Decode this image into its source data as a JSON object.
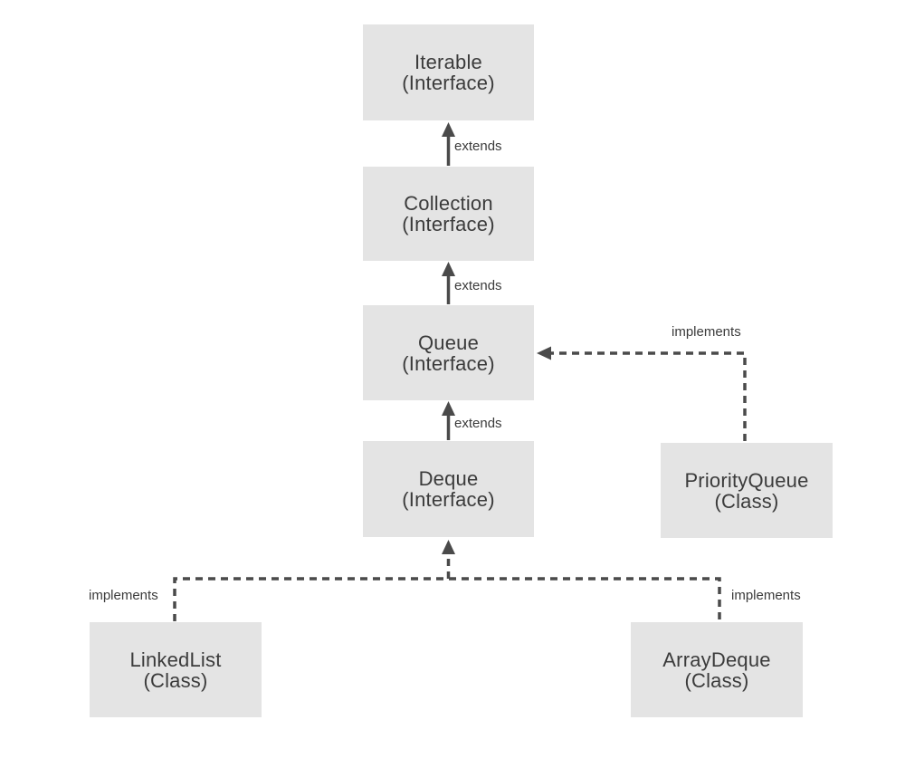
{
  "diagram": {
    "type": "class-hierarchy",
    "nodes": [
      {
        "id": "iterable",
        "name": "Iterable",
        "stereotype": "(Interface)"
      },
      {
        "id": "collection",
        "name": "Collection",
        "stereotype": "(Interface)"
      },
      {
        "id": "queue",
        "name": "Queue",
        "stereotype": "(Interface)"
      },
      {
        "id": "deque",
        "name": "Deque",
        "stereotype": "(Interface)"
      },
      {
        "id": "priorityqueue",
        "name": "PriorityQueue",
        "stereotype": "(Class)"
      },
      {
        "id": "linkedlist",
        "name": "LinkedList",
        "stereotype": "(Class)"
      },
      {
        "id": "arraydeque",
        "name": "ArrayDeque",
        "stereotype": "(Class)"
      }
    ],
    "edges": [
      {
        "from": "collection",
        "to": "iterable",
        "label": "extends",
        "style": "solid"
      },
      {
        "from": "queue",
        "to": "collection",
        "label": "extends",
        "style": "solid"
      },
      {
        "from": "deque",
        "to": "queue",
        "label": "extends",
        "style": "solid"
      },
      {
        "from": "priorityqueue",
        "to": "queue",
        "label": "implements",
        "style": "dashed"
      },
      {
        "from": "linkedlist",
        "to": "deque",
        "label": "implements",
        "style": "dashed"
      },
      {
        "from": "arraydeque",
        "to": "deque",
        "label": "implements",
        "style": "dashed"
      }
    ],
    "colors": {
      "node_fill": "#e4e4e4",
      "text": "#3b3b3b",
      "line": "#4a4a4a",
      "background": "#ffffff"
    }
  }
}
